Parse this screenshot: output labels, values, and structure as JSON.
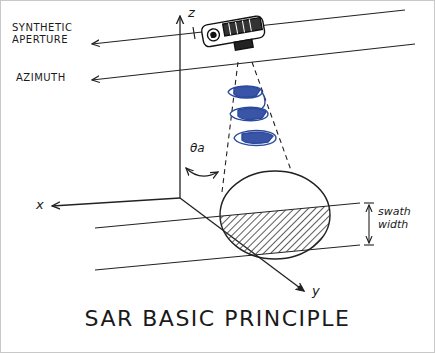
{
  "diagram": {
    "title": "SAR BASIC PRINCIPLE",
    "labels": [
      "SYNTHETIC APERTURE",
      "AZIMUTH",
      "z",
      "x",
      "y",
      "θa",
      "swath width"
    ]
  }
}
